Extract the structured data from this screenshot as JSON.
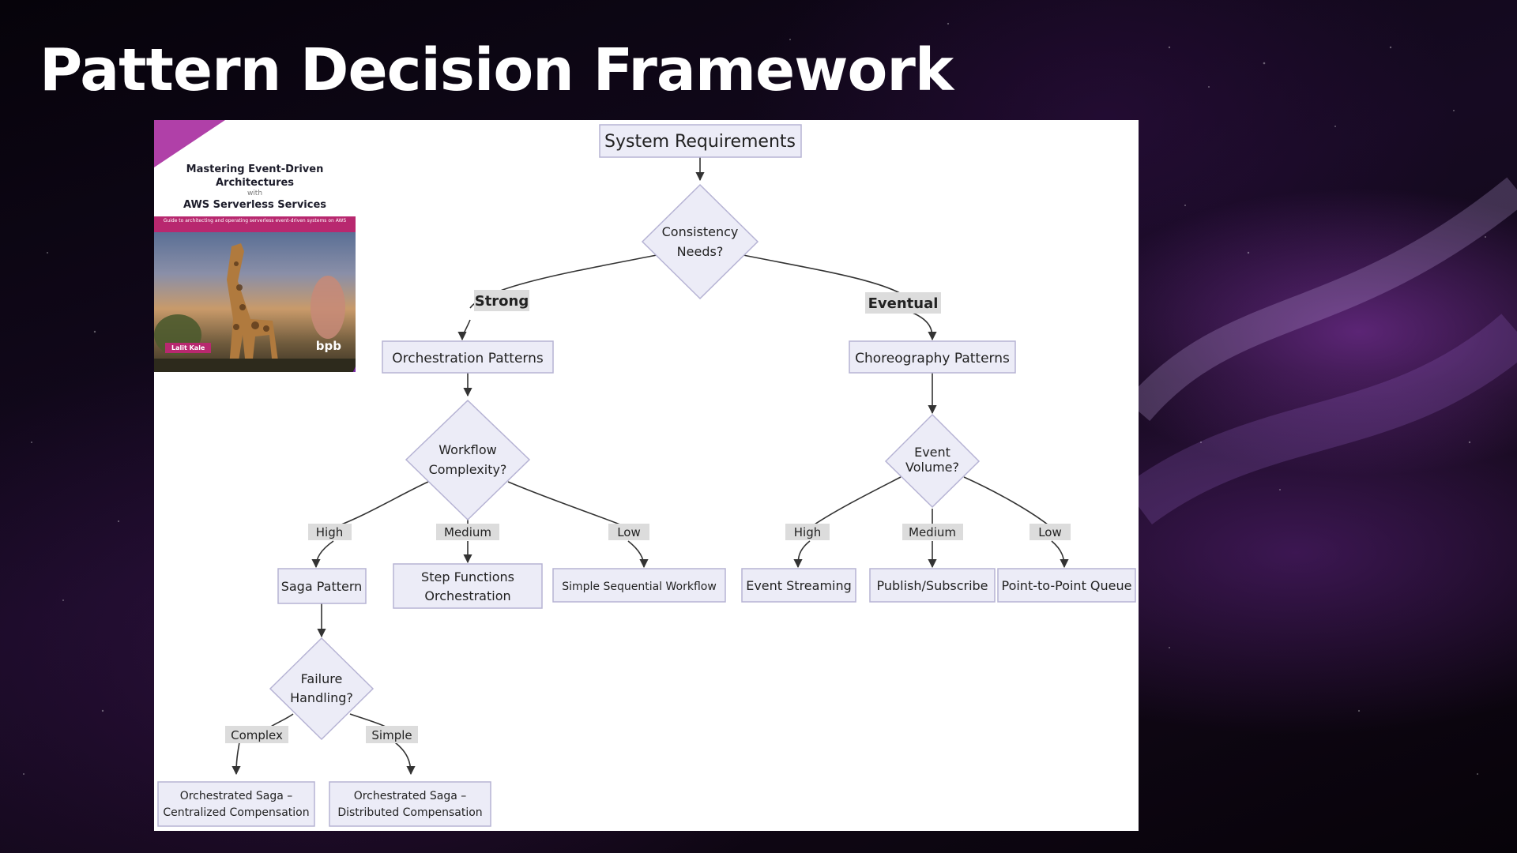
{
  "slide": {
    "title": "Pattern Decision Framework"
  },
  "book_cover": {
    "title_line1": "Mastering Event-Driven",
    "title_line2": "Architectures",
    "title_with": "with",
    "title_line3": "AWS Serverless Services",
    "subtitle": "Guide to architecting and operating serverless event-driven systems on AWS",
    "author": "Lalit Kale",
    "publisher_logo": "bpb"
  },
  "diagram": {
    "start": "System Requirements",
    "consistency_q": [
      "Consistency",
      "Needs?"
    ],
    "strong_label": "Strong",
    "eventual_label": "Eventual",
    "orchestration": "Orchestration Patterns",
    "choreography": "Choreography Patterns",
    "workflow_q": [
      "Workflow",
      "Complexity?"
    ],
    "volume_q": [
      "Event",
      "Volume?"
    ],
    "wf_high": "High",
    "wf_medium": "Medium",
    "wf_low": "Low",
    "ev_high": "High",
    "ev_medium": "Medium",
    "ev_low": "Low",
    "saga": "Saga Pattern",
    "step_functions": [
      "Step Functions",
      "Orchestration"
    ],
    "simple_sequential": "Simple Sequential Workflow",
    "event_streaming": "Event Streaming",
    "pubsub": "Publish/Subscribe",
    "p2p_queue": "Point-to-Point Queue",
    "failure_q": [
      "Failure",
      "Handling?"
    ],
    "complex_label": "Complex",
    "simple_label": "Simple",
    "saga_central": [
      "Orchestrated Saga –",
      "Centralized Compensation"
    ],
    "saga_distributed": [
      "Orchestrated Saga –",
      "Distributed Compensation"
    ]
  },
  "colors": {
    "node_fill": "#ECECF7",
    "node_stroke": "#B6B3D4",
    "edge_label_bg": "#DCDCDC",
    "edge": "#333333",
    "text": "#222222"
  }
}
